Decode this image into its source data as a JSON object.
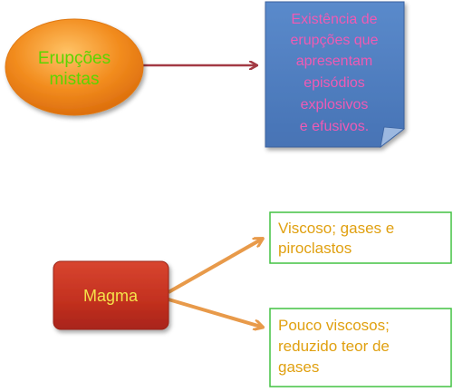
{
  "nodes": {
    "erupcoes_mistas": {
      "lines": [
        "Erupções",
        "mistas"
      ],
      "fill": "#F28C1E",
      "text_color": "#5CD400"
    },
    "existencia": {
      "lines": [
        "Existência de",
        "erupções que",
        "apresentam",
        "episódios",
        "explosivos",
        "e efusivos."
      ],
      "fill": "#4F7FC0",
      "text_color": "#F05AB4"
    },
    "magma": {
      "label": "Magma",
      "fill": "#C83024",
      "text_color": "#F5E24A"
    },
    "viscoso": {
      "lines": [
        "Viscoso; gases e",
        "piroclastos"
      ],
      "border": "#42C242",
      "text_color": "#E0A010"
    },
    "pouco_viscosos": {
      "lines": [
        "Pouco viscosos;",
        "reduzido teor de",
        "gases"
      ],
      "border": "#42C242",
      "text_color": "#E0A010"
    }
  },
  "colors": {
    "connector_red": "#A33A44",
    "connector_orange": "#E89A4A"
  }
}
